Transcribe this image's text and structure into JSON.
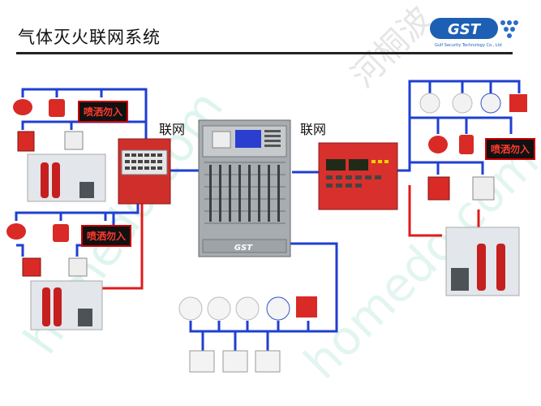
{
  "header": {
    "title": "气体灭火联网系统",
    "logo_text": "GST",
    "logo_subtext": "Gulf Security Technology Co., Ltd"
  },
  "labels": {
    "network_left": "联网",
    "network_right": "联网",
    "warning_sign": "喷洒勿入"
  },
  "panels": {
    "main_brand": "GST"
  },
  "watermarks": [
    "homedo.com",
    "河桐波"
  ],
  "colors": {
    "bus_blue": "#1f3fd1",
    "bus_red": "#e11b1b",
    "panel_red": "#d8302c",
    "panel_gray": "#9aa0a6",
    "warning_bg": "#111111",
    "warning_text": "#ff3b2f"
  }
}
